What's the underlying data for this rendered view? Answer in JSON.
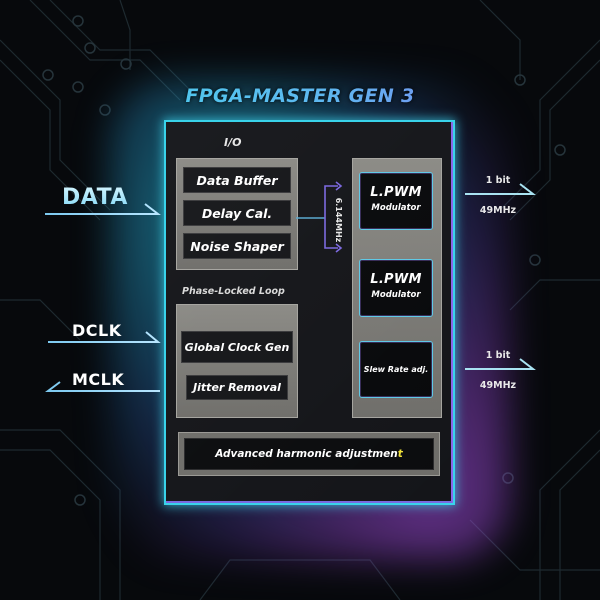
{
  "title": "FPGA-MASTER GEN 3",
  "inputs": {
    "data": "DATA",
    "dclk": "DCLK",
    "mclk": "MCLK"
  },
  "board": {
    "io_label": "I/O",
    "io_blocks": [
      "Data Buffer",
      "Delay Cal.",
      "Noise Shaper"
    ],
    "pll_label": "Phase-Locked Loop",
    "pll_blocks": [
      "Global Clock Gen",
      "Jitter Removal"
    ],
    "link_frequency": "6.144MHz",
    "modulators": [
      {
        "title": "L.PWM",
        "subtitle": "Modulator"
      },
      {
        "title": "L.PWM",
        "subtitle": "Modulator"
      },
      {
        "title": "Slew Rate adj."
      }
    ],
    "harmonic": {
      "text": "Advanced harmonic adjustmen",
      "accent_char": "t"
    }
  },
  "outputs": [
    {
      "bits": "1 bit",
      "freq": "49MHz"
    },
    {
      "bits": "1 bit",
      "freq": "49MHz"
    }
  ],
  "colors": {
    "cyan_glow": "#39d3ea",
    "purple_glow": "#8a67e8",
    "accent_yellow": "#f1e23a",
    "block_gray": "#7d7c78"
  }
}
